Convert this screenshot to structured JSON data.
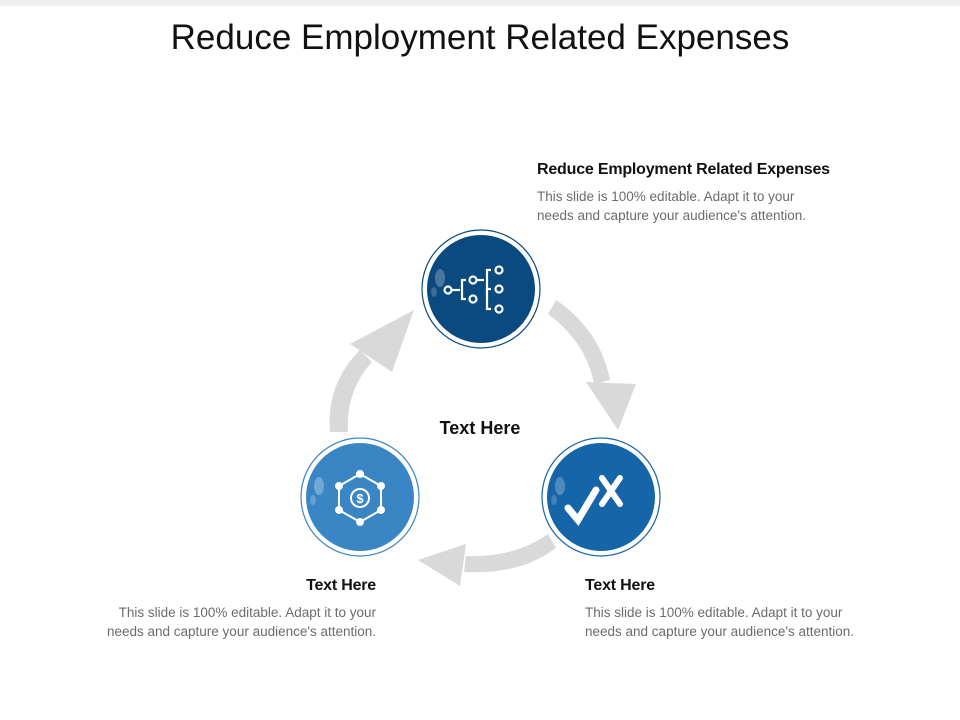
{
  "slide": {
    "title": "Reduce Employment Related Expenses",
    "center_label": "Text Here"
  },
  "items": [
    {
      "heading": "Reduce Employment Related Expenses",
      "body_line1": "This slide is 100% editable. Adapt it to your",
      "body_line2": "needs and capture your audience's attention.",
      "icon": "hierarchy-icon",
      "color": "#0b4a7e"
    },
    {
      "heading": "Text Here",
      "body_line1": "This slide is 100% editable. Adapt it to your",
      "body_line2": "needs and capture your audience's attention.",
      "icon": "check-x-icon",
      "color": "#1565a8"
    },
    {
      "heading": "Text Here",
      "body_line1": "This slide is 100% editable. Adapt it to your",
      "body_line2": "needs and capture your audience's attention.",
      "icon": "dollar-network-icon",
      "color": "#3a86c4"
    }
  ],
  "colors": {
    "arrow": "#d9d9d9",
    "ring": "#0b4a7e"
  }
}
